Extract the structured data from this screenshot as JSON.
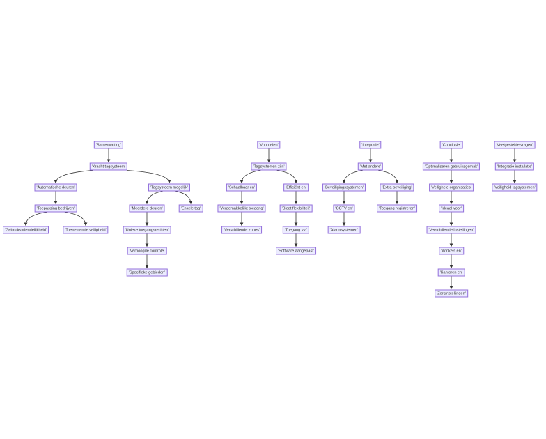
{
  "diagram": {
    "type": "flowchart-top-down",
    "nodes": [
      {
        "id": "n1",
        "label": "'Samenvatting'",
        "parent": null
      },
      {
        "id": "n2",
        "label": "'Kracht tagsysteem'",
        "parent": "n1"
      },
      {
        "id": "n3",
        "label": "'Automatische deuren'",
        "parent": "n2"
      },
      {
        "id": "n4",
        "label": "'Tagsysteem mogelijk'",
        "parent": "n2"
      },
      {
        "id": "n5",
        "label": "'Toepassing bedrijven'",
        "parent": "n3"
      },
      {
        "id": "n6",
        "label": "'Meerdere deuren'",
        "parent": "n4"
      },
      {
        "id": "n7",
        "label": "'Enkele tag'",
        "parent": "n4"
      },
      {
        "id": "n8",
        "label": "'Gebruiksvriendelijkheid'",
        "parent": "n5"
      },
      {
        "id": "n9",
        "label": "'Toenemende veiligheid'",
        "parent": "n5"
      },
      {
        "id": "n10",
        "label": "'Unieke toegangsrechten'",
        "parent": "n6"
      },
      {
        "id": "n11",
        "label": "'Verhoogde controle'",
        "parent": "n10"
      },
      {
        "id": "n12",
        "label": "'Specifieke gebieden'",
        "parent": "n11"
      },
      {
        "id": "n13",
        "label": "'Voordelen'",
        "parent": null
      },
      {
        "id": "n14",
        "label": "'Tagsystemen zijn'",
        "parent": "n13"
      },
      {
        "id": "n15",
        "label": "'Schaalbaar en'",
        "parent": "n14"
      },
      {
        "id": "n16",
        "label": "'Efficiënt en'",
        "parent": "n14"
      },
      {
        "id": "n17",
        "label": "'Vergemakkelijkt toegang'",
        "parent": "n15"
      },
      {
        "id": "n18",
        "label": "'Biedt flexibiliteit'",
        "parent": "n16"
      },
      {
        "id": "n19",
        "label": "'Verschillende zones'",
        "parent": "n17"
      },
      {
        "id": "n20",
        "label": "'Toegang via'",
        "parent": "n18"
      },
      {
        "id": "n21",
        "label": "'Software aangepast'",
        "parent": "n20"
      },
      {
        "id": "n22",
        "label": "'Integratie'",
        "parent": null
      },
      {
        "id": "n23",
        "label": "'Met andere'",
        "parent": "n22"
      },
      {
        "id": "n24",
        "label": "'Beveiligingssystemen'",
        "parent": "n23"
      },
      {
        "id": "n25",
        "label": "'Extra beveiliging'",
        "parent": "n23"
      },
      {
        "id": "n26",
        "label": "'CCTV en'",
        "parent": "n24"
      },
      {
        "id": "n27",
        "label": "'Toegang registreren'",
        "parent": "n25"
      },
      {
        "id": "n28",
        "label": "'Alarmsystemen'",
        "parent": "n26"
      },
      {
        "id": "n29",
        "label": "'Conclusie'",
        "parent": null
      },
      {
        "id": "n30",
        "label": "'Optimaliseren gebruiksgemak'",
        "parent": "n29"
      },
      {
        "id": "n31",
        "label": "'Veiligheid organisaties'",
        "parent": "n30"
      },
      {
        "id": "n32",
        "label": "'Ideaal voor'",
        "parent": "n31"
      },
      {
        "id": "n33",
        "label": "'Verschillende instellingen'",
        "parent": "n32"
      },
      {
        "id": "n34",
        "label": "'Winkels en'",
        "parent": "n33"
      },
      {
        "id": "n35",
        "label": "'Kantoren en'",
        "parent": "n34"
      },
      {
        "id": "n36",
        "label": "'Zorginstellingen'",
        "parent": "n35"
      },
      {
        "id": "n37",
        "label": "'Veelgestelde vragen'",
        "parent": null
      },
      {
        "id": "n38",
        "label": "'Integratie installatie'",
        "parent": "n37"
      },
      {
        "id": "n39",
        "label": "'Veiligheid tagsystemen'",
        "parent": "n38"
      }
    ],
    "colors": {
      "node_fill": "#ECECFF",
      "node_border": "#9370DB",
      "edge": "#333333"
    }
  }
}
